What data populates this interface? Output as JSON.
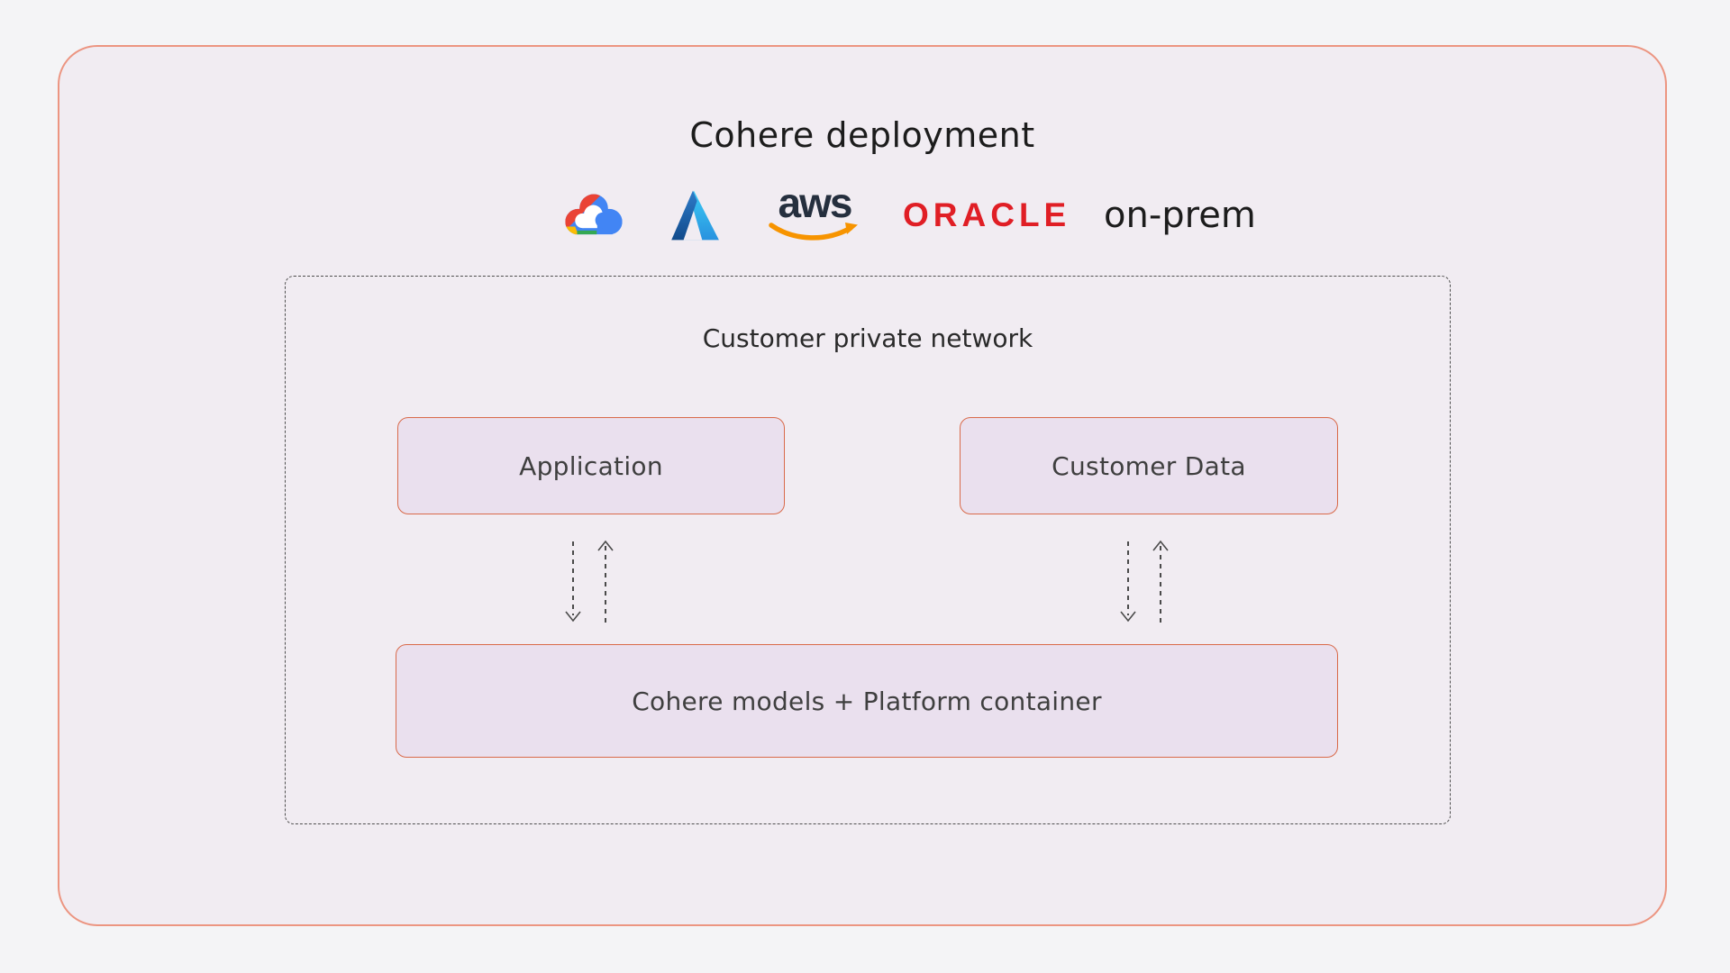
{
  "title": "Cohere deployment",
  "providers": {
    "aws_wordmark": "aws",
    "oracle_wordmark": "ORACLE",
    "on_prem_label": "on-prem"
  },
  "network": {
    "label": "Customer private network",
    "nodes": {
      "application": "Application",
      "customer_data": "Customer Data",
      "platform": "Cohere models + Platform container"
    }
  },
  "colors": {
    "page_bg": "#f4f4f6",
    "card_bg": "#f1ecf2",
    "card_border": "#ec9581",
    "node_bg": "#eae0ee",
    "node_border": "#d96a4a",
    "dashed_border": "#4e4e4e",
    "title_text": "#1c1c1c",
    "node_text": "#3f3f3f",
    "oracle_red": "#e01e25",
    "aws_orange": "#f79400",
    "aws_navy": "#252f3e",
    "gcp_red": "#ea4335",
    "gcp_blue": "#4285f4",
    "gcp_yellow": "#fbbc05",
    "gcp_green": "#34a853",
    "azure_dark": "#114a8b",
    "azure_light": "#3ccbf4"
  }
}
